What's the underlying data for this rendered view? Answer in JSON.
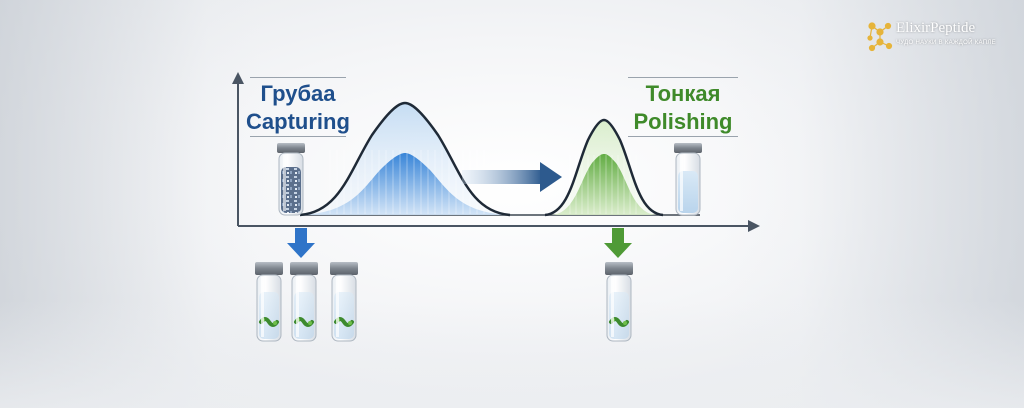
{
  "labels": {
    "left_ru": "Грубаа",
    "left_en": "Capturing",
    "right_ru": "Тонкая",
    "right_en": "Polishing"
  },
  "logo": {
    "name": "ElixirPeptide",
    "tagline": "ЧУДО НАУКИ В КАЖДОЙ КАПЛЕ"
  },
  "colors": {
    "capture": "#2a6fc1",
    "polish": "#4f9a36",
    "logo_accent": "#e6b43a"
  }
}
